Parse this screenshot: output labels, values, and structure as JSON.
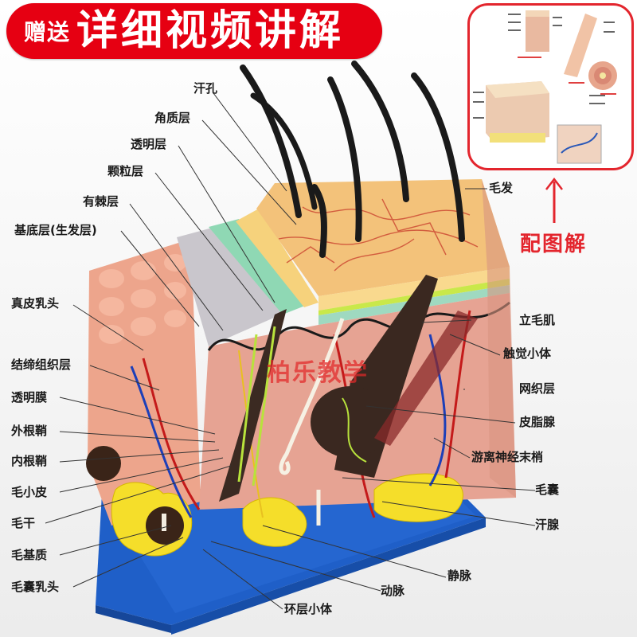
{
  "banner": {
    "prefix": "赠送",
    "title": "详细视频讲解",
    "color": "#e60012"
  },
  "inset": {
    "caption": "配图解",
    "border_color": "#e3252d",
    "arrow": "up-arrow"
  },
  "watermark": {
    "text": "柏乐教学"
  },
  "labels_left": [
    {
      "id": "sweat-pore",
      "text": "汗孔"
    },
    {
      "id": "stratum-corneum",
      "text": "角质层"
    },
    {
      "id": "stratum-lucidum",
      "text": "透明层"
    },
    {
      "id": "stratum-granulosum",
      "text": "颗粒层"
    },
    {
      "id": "stratum-spinosum",
      "text": "有棘层"
    },
    {
      "id": "stratum-basale",
      "text": "基底层(生发层)"
    },
    {
      "id": "dermal-papilla",
      "text": "真皮乳头"
    },
    {
      "id": "connective-tissue-layer",
      "text": "结缔组织层"
    },
    {
      "id": "glassy-membrane",
      "text": "透明膜"
    },
    {
      "id": "outer-root-sheath",
      "text": "外根鞘"
    },
    {
      "id": "inner-root-sheath",
      "text": "内根鞘"
    },
    {
      "id": "hair-cuticle",
      "text": "毛小皮"
    },
    {
      "id": "hair-shaft",
      "text": "毛干"
    },
    {
      "id": "hair-matrix",
      "text": "毛基质"
    },
    {
      "id": "follicle-papilla",
      "text": "毛囊乳头"
    }
  ],
  "labels_right": [
    {
      "id": "hair",
      "text": "毛发"
    },
    {
      "id": "arrector-pili",
      "text": "立毛肌"
    },
    {
      "id": "meissner-corpuscle",
      "text": "触觉小体"
    },
    {
      "id": "reticular-layer",
      "text": "网织层"
    },
    {
      "id": "sebaceous-gland",
      "text": "皮脂腺"
    },
    {
      "id": "free-nerve-endings",
      "text": "游离神经末梢"
    },
    {
      "id": "hair-follicle",
      "text": "毛囊"
    },
    {
      "id": "sweat-gland",
      "text": "汗腺"
    }
  ],
  "labels_bottom": [
    {
      "id": "vein",
      "text": "静脉"
    },
    {
      "id": "artery",
      "text": "动脉"
    },
    {
      "id": "pacinian-corpuscle",
      "text": "环层小体"
    }
  ],
  "colors": {
    "base": "#1f5fc8",
    "dermis": "#e8a08e",
    "epidermis_top": "#f3c27a",
    "lucidum": "#f6d27c",
    "granulosum": "#8fd8b4",
    "spinosum": "#c8c5cb",
    "fat": "#f5de2a",
    "artery": "#c41a1a",
    "vein": "#1d3fb8",
    "hair": "#1a1a1a"
  }
}
